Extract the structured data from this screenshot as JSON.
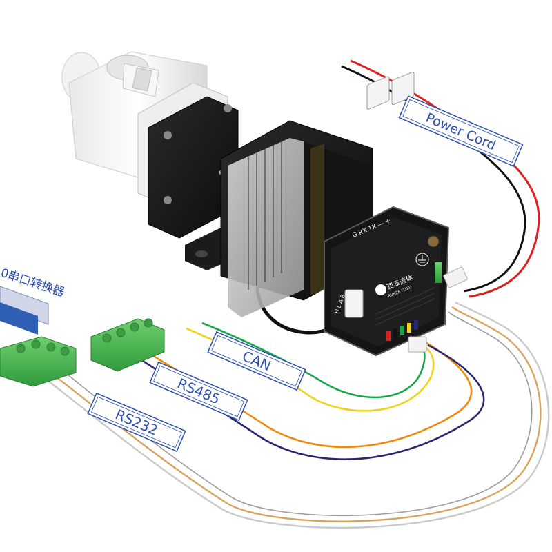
{
  "labels": {
    "power_cord": "Power Cord",
    "can": "CAN",
    "rs485": "RS485",
    "rs232": "RS232"
  },
  "device": {
    "port_top_label": "G RX TX — +",
    "port_side_label": "H L A B",
    "brand_cn": "润泽流体",
    "brand_en": "RUNZE FLUID"
  },
  "converter": {
    "title_cn": "0串口转换器"
  },
  "colors": {
    "label_text": "#2a4fb0",
    "label_border": "#2a4fb0",
    "can_green": "#1aa64a",
    "can_yellow": "#f1d21a",
    "rs485_orange": "#f08a0c",
    "rs485_navy": "#2a2670",
    "rs232_tan": "#d9a35e",
    "power_red": "#e02020",
    "power_black": "#111111",
    "terminal_green": "#4cbb55"
  },
  "icons": [
    "ground-symbol",
    "screw-terminal-block",
    "stepper-motor",
    "syringe-head"
  ]
}
